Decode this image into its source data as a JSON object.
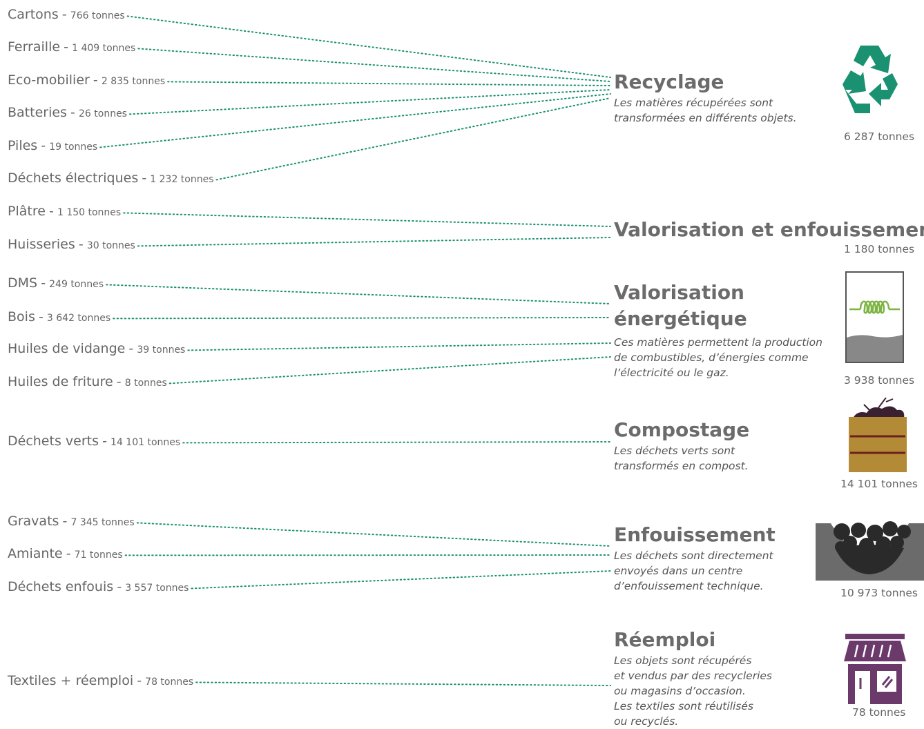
{
  "sources": [
    {
      "name": "Cartons",
      "qty": "766 tonnes"
    },
    {
      "name": "Ferraille",
      "qty": "1 409 tonnes"
    },
    {
      "name": "Eco-mobilier",
      "qty": "2 835 tonnes"
    },
    {
      "name": "Batteries",
      "qty": "26 tonnes"
    },
    {
      "name": "Piles",
      "qty": "19 tonnes"
    },
    {
      "name": "Déchets électriques",
      "qty": "1 232 tonnes"
    },
    {
      "name": "Plâtre",
      "qty": "1 150 tonnes"
    },
    {
      "name": "Huisseries",
      "qty": "30 tonnes"
    },
    {
      "name": "DMS",
      "qty": "249 tonnes"
    },
    {
      "name": "Bois",
      "qty": "3 642 tonnes"
    },
    {
      "name": "Huiles de vidange",
      "qty": "39 tonnes"
    },
    {
      "name": "Huiles de friture",
      "qty": "8 tonnes"
    },
    {
      "name": "Déchets verts",
      "qty": "14 101 tonnes"
    },
    {
      "name": "Gravats",
      "qty": "7 345 tonnes"
    },
    {
      "name": "Amiante",
      "qty": "71 tonnes"
    },
    {
      "name": "Déchets enfouis",
      "qty": "3 557 tonnes"
    },
    {
      "name": "Textiles + réemploi",
      "qty": "78 tonnes"
    }
  ],
  "separator": "-",
  "destinations": [
    {
      "title": "Recyclage",
      "description": "Les matières récupérées sont\ntransformées en différents objets.",
      "total": "6 287 tonnes",
      "icon": "recycle-icon",
      "color": "#1a9170"
    },
    {
      "title": "Valorisation et enfouissement",
      "description": "",
      "total": "1 180 tonnes",
      "icon": "",
      "color": ""
    },
    {
      "title": "Valorisation\nénergétique",
      "description": "Ces matières permettent la production\nde combustibles, d’énergies comme\nl’électricité ou le gaz.",
      "total": "3 938 tonnes",
      "icon": "energy-coil-icon",
      "color": "#7cb342"
    },
    {
      "title": "Compostage",
      "description": "Les déchets verts sont\ntransformés en compost.",
      "total": "14 101 tonnes",
      "icon": "compost-bin-icon",
      "color": "#b38b36"
    },
    {
      "title": "Enfouissement",
      "description": "Les déchets sont directement\nenvoyés dans un centre\nd’enfouissement technique.",
      "total": "10 973 tonnes",
      "icon": "landfill-icon",
      "color": "#6b6b6b"
    },
    {
      "title": "Réemploi",
      "description": "Les objets sont récupérés\net vendus par des recycleries\nou magasins d’occasion.\nLes textiles sont réutilisés\nou recyclés.",
      "total": "78 tonnes",
      "icon": "shop-icon",
      "color": "#6b3a6b"
    }
  ],
  "flows": [
    [
      0,
      0
    ],
    [
      1,
      0
    ],
    [
      2,
      0
    ],
    [
      3,
      0
    ],
    [
      4,
      0
    ],
    [
      5,
      0
    ],
    [
      6,
      1
    ],
    [
      7,
      1
    ],
    [
      8,
      2
    ],
    [
      9,
      2
    ],
    [
      10,
      2
    ],
    [
      11,
      2
    ],
    [
      12,
      3
    ],
    [
      13,
      4
    ],
    [
      14,
      4
    ],
    [
      15,
      4
    ],
    [
      16,
      5
    ]
  ],
  "line_color": "#1a9170"
}
